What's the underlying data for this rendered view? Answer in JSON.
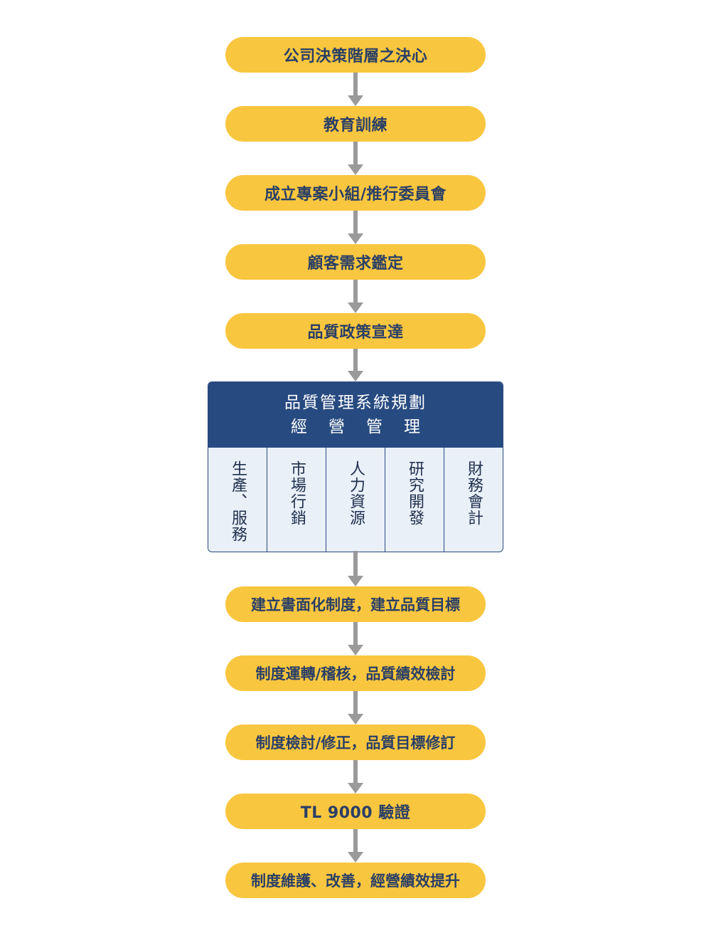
{
  "steps_top": [
    "公司決策階層之決心",
    "教育訓練",
    "成立專案小組/推行委員會",
    "顧客需求鑑定",
    "品質政策宣達"
  ],
  "planning": {
    "title": "品質管理系統規劃",
    "subtitle": "經營管理",
    "columns": [
      "生產、服務",
      "市場行銷",
      "人力資源",
      "研究開發",
      "財務會計"
    ]
  },
  "steps_bottom": [
    "建立書面化制度，建立品質目標",
    "制度運轉/稽核，品質績效檢討",
    "制度檢討/修正，品質目標修訂",
    "TL 9000 驗證",
    "制度維護、改善，經營績效提升"
  ],
  "colors": {
    "pill": "#f9c63f",
    "pill_text": "#2a3f66",
    "arrow": "#9a9a9a",
    "header": "#274a80",
    "panel": "#eaf0f8"
  }
}
